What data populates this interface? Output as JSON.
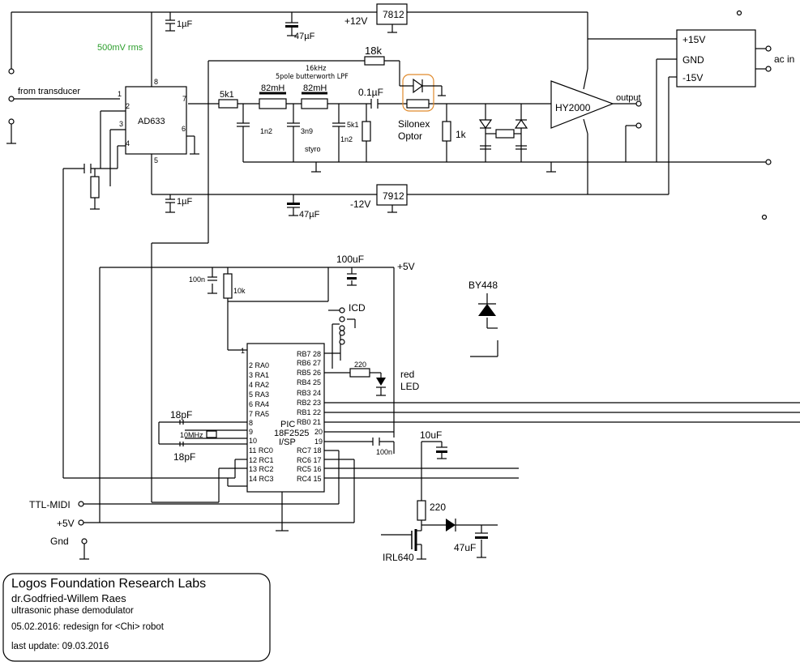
{
  "labels": {
    "rms": "500mV rms",
    "from_transducer": "from transducer",
    "ad633": "AD633",
    "cap_1uf_top": "1µF",
    "cap_47uf_top": "47µF",
    "plus12v": "+12V",
    "reg_7812": "7812",
    "res_18k": "18k",
    "lpf_title_1": "16kHz",
    "lpf_title_2": "5pole butterworth LPF",
    "ind1": "82mH",
    "ind2": "82mH",
    "res_5k1a": "5k1",
    "res_5k1b": "5k1",
    "cap_01uf": "0.1µF",
    "cap_1n2a": "1n2",
    "cap_3n9": "3n9",
    "cap_1n2b": "1n2",
    "styro": "styro",
    "silonex1": "Silonex",
    "silonex2": "Optor",
    "res_1k": "1k",
    "hy2000": "HY2000",
    "output": "output",
    "supply_p15": "+15V",
    "supply_gnd": "GND",
    "supply_m15": "-15V",
    "ac_in": "ac in",
    "reg_7912": "7912",
    "minus12v": "-12V",
    "cap_1uf_bot": "1µF",
    "cap_47uf_bot": "47µF",
    "cap_100uf": "100uF",
    "plus5v": "+5V",
    "cap_100n": "100n",
    "res_10k": "10k",
    "icd": "ICD",
    "by448": "BY448",
    "res_220_led": "220",
    "red_led_1": "red",
    "red_led_2": "LED",
    "pic_1": "PIC",
    "pic_2": "18F2525",
    "pic_3": "I/SP",
    "cap_18pf_a": "18pF",
    "cap_18pf_b": "18pF",
    "crystal": "10MHz",
    "cap_100n_b": "100n",
    "cap_10uf": "10uF",
    "res_220_gate": "220",
    "irl640": "IRL640",
    "cap_47uf_out": "47uF",
    "ttl_midi": "TTL-MIDI",
    "plus5v_in": "+5V",
    "gnd_in": "Gnd",
    "pin1": "1",
    "pin2": "2",
    "pin3": "3",
    "pin4": "4",
    "pin5": "5",
    "pin6": "6",
    "pin7": "7",
    "pin8": "8"
  },
  "pic_left_pins": [
    "2 RA0",
    "3 RA1",
    "4 RA2",
    "5 RA3",
    "6 RA4",
    "7 RA5",
    "8",
    "9",
    "10",
    "11 RC0",
    "12 RC1",
    "13 RC2",
    "14 RC3"
  ],
  "pic_right_pins": [
    "RB7 28",
    "RB6 27",
    "RB5 26",
    "RB4 25",
    "RB3 24",
    "RB2 23",
    "RB1 22",
    "RB0 21",
    "20",
    "19",
    "RC7 18",
    "RC6 17",
    "RC5 16",
    "RC4 15"
  ],
  "title_box": {
    "org": "Logos Foundation Research Labs",
    "author": "dr.Godfried-Willem Raes",
    "project": "ultrasonic phase demodulator",
    "date_line": "05.02.2016: redesign for <Chi> robot",
    "update_line": "last update:  09.03.2016"
  },
  "colors": {
    "accent_green": "#2a9d2a",
    "optor_outline": "#e08a2c"
  }
}
